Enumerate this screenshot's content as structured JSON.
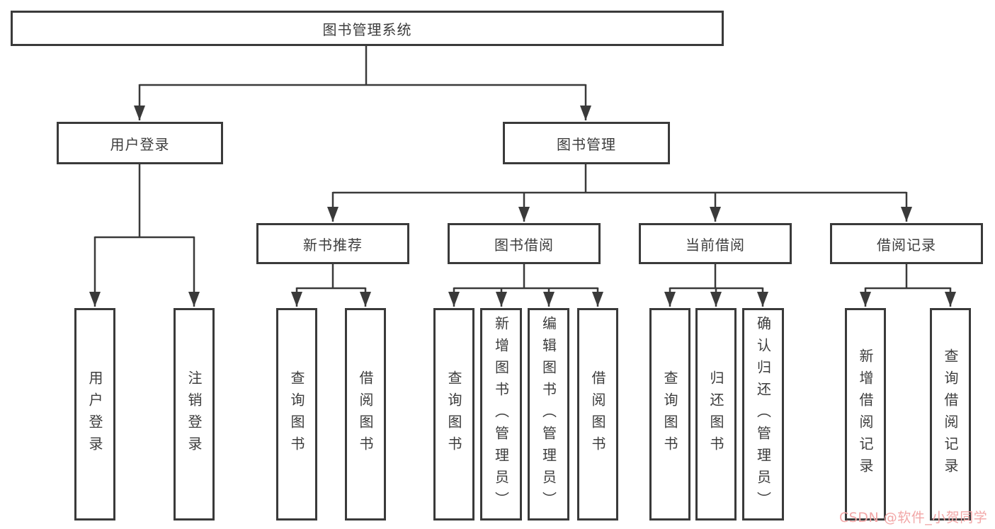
{
  "diagram": {
    "title": "图书管理系统",
    "type": "hierarchy-tree",
    "colors": {
      "line": "#3a3a3a",
      "box_border": "#3a3a3a",
      "text": "#3d3d3d",
      "background": "#ffffff",
      "watermark": "#f2a7a7"
    },
    "tree": {
      "root": {
        "label": "图书管理系统"
      },
      "branches": [
        {
          "label": "用户登录",
          "leaves": [
            {
              "label": "用户登录"
            },
            {
              "label": "注销登录"
            }
          ]
        },
        {
          "label": "图书管理",
          "groups": [
            {
              "label": "新书推荐",
              "leaves": [
                {
                  "label": "查询图书"
                },
                {
                  "label": "借阅图书"
                }
              ]
            },
            {
              "label": "图书借阅",
              "leaves": [
                {
                  "label": "查询图书"
                },
                {
                  "label": "新增图书（管理员）"
                },
                {
                  "label": "编辑图书（管理员）"
                },
                {
                  "label": "借阅图书"
                }
              ]
            },
            {
              "label": "当前借阅",
              "leaves": [
                {
                  "label": "查询图书"
                },
                {
                  "label": "归还图书"
                },
                {
                  "label": "确认归还（管理员）"
                }
              ]
            },
            {
              "label": "借阅记录",
              "leaves": [
                {
                  "label": "新增借阅记录"
                },
                {
                  "label": "查询借阅记录"
                }
              ]
            }
          ]
        }
      ]
    },
    "watermark": {
      "text": "CSDN @软件_小贺同学"
    }
  }
}
